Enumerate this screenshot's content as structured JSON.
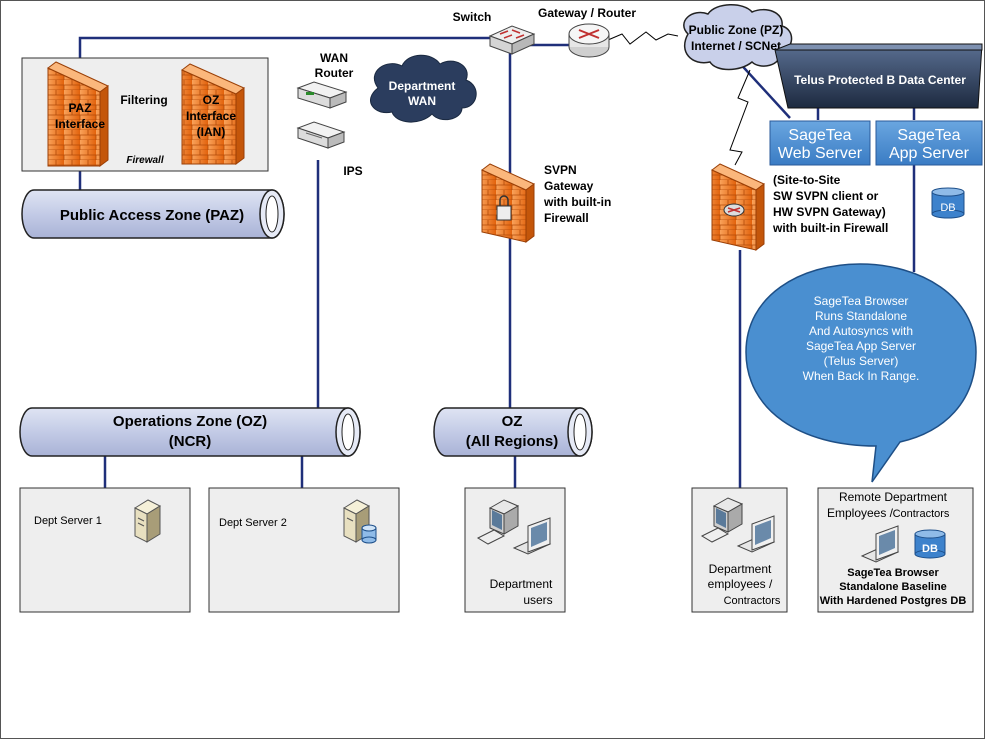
{
  "diagram": {
    "switch": "Switch",
    "gateway_router": "Gateway / Router",
    "public_zone": [
      "Public Zone (PZ)",
      "Internet / SCNet"
    ],
    "wan_router": [
      "WAN",
      "Router"
    ],
    "department_wan": [
      "Department",
      "WAN"
    ],
    "ips": "IPS",
    "paz_interface": [
      "PAZ",
      "Interface"
    ],
    "filtering": "Filtering",
    "oz_interface": [
      "OZ",
      "Interface",
      "(IAN)"
    ],
    "firewall": "Firewall",
    "paz_zone": "Public Access Zone (PAZ)",
    "svpn_gateway": [
      "SVPN",
      "Gateway",
      "with built-in",
      "Firewall"
    ],
    "site_to_site": [
      "(Site-to-Site",
      "SW SVPN client or",
      "HW SVPN Gateway)",
      "with built-in Firewall"
    ],
    "data_center": "Telus Protected B Data Center",
    "web_server": [
      "SageTea",
      "Web Server"
    ],
    "app_server": [
      "SageTea",
      "App Server"
    ],
    "db": "DB",
    "bubble": [
      "SageTea Browser",
      "Runs Standalone",
      "And Autosyncs with",
      "SageTea App Server",
      "(Telus Server)",
      "When Back In Range."
    ],
    "oz_ncr": [
      "Operations Zone (OZ)",
      "(NCR)"
    ],
    "oz_all": [
      "OZ",
      "(All Regions)"
    ],
    "dept_server_1": "Dept Server 1",
    "dept_server_2": "Dept Server 2",
    "department_users": [
      "Department",
      "users"
    ],
    "dept_employees": [
      "Department",
      "employees /",
      "Contractors"
    ],
    "remote_title": [
      "Remote Department",
      "Employees /",
      "Contractors"
    ],
    "remote_caption": [
      "SageTea Browser",
      "Standalone Baseline",
      "With Hardened Postgres DB"
    ]
  },
  "colors": {
    "zone_fill": "#c5cde6",
    "firewall": "#f07820",
    "bubble": "#4a8fd0",
    "server_box": "#4f8ed0",
    "datacenter": "#2e3e58",
    "line": "#1f2f7a"
  }
}
